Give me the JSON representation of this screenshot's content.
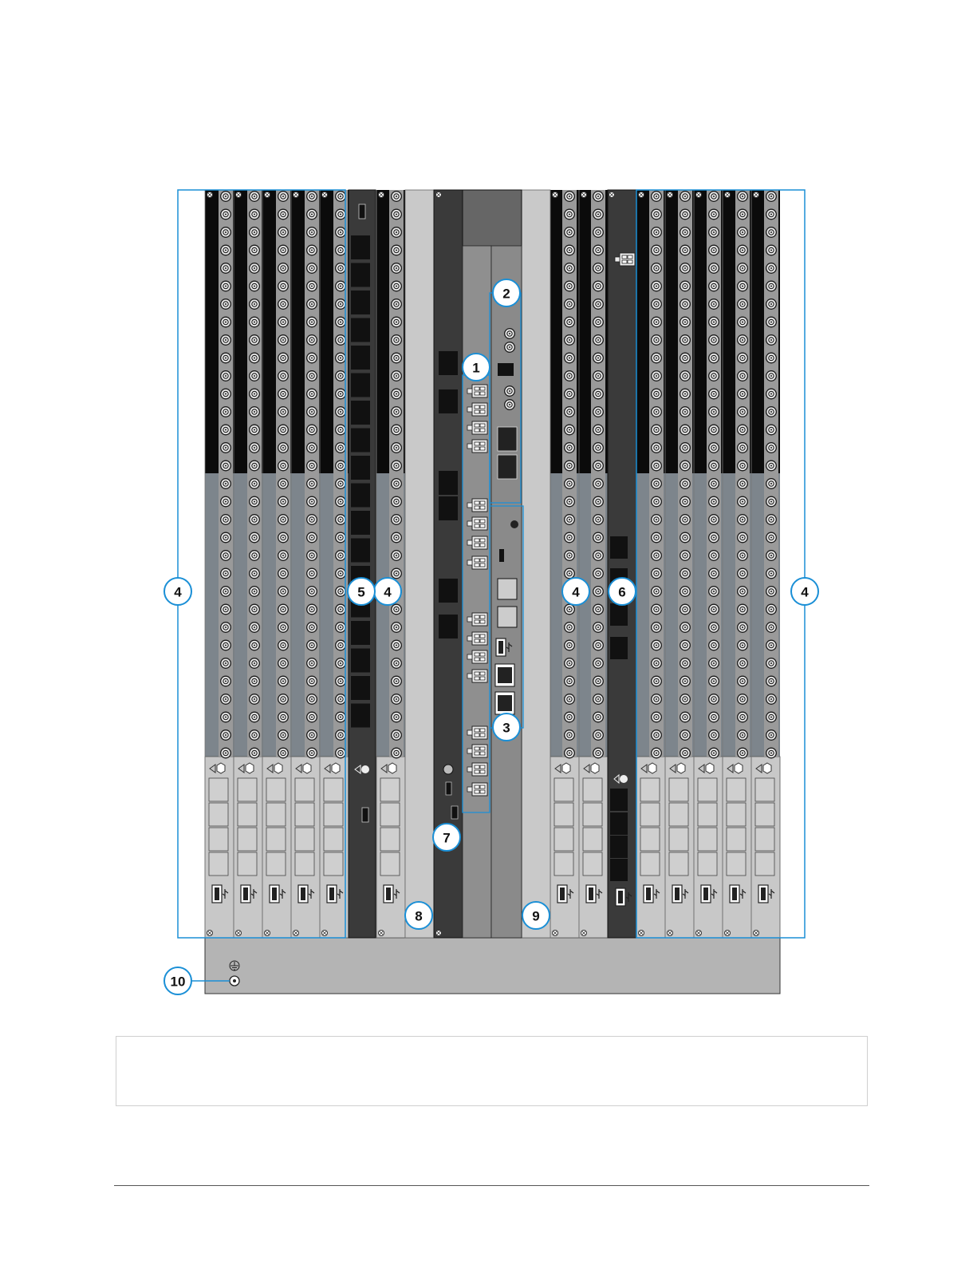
{
  "callouts": [
    {
      "id": "c1",
      "label": "1"
    },
    {
      "id": "c2",
      "label": "2"
    },
    {
      "id": "c3",
      "label": "3"
    },
    {
      "id": "c4a",
      "label": "4"
    },
    {
      "id": "c4b",
      "label": "4"
    },
    {
      "id": "c4c",
      "label": "4"
    },
    {
      "id": "c4d",
      "label": "4"
    },
    {
      "id": "c5",
      "label": "5"
    },
    {
      "id": "c6",
      "label": "6"
    },
    {
      "id": "c7",
      "label": "7"
    },
    {
      "id": "c8",
      "label": "8"
    },
    {
      "id": "c9",
      "label": "9"
    },
    {
      "id": "c10",
      "label": "10"
    }
  ],
  "colors": {
    "callout_stroke": "#1a8fd6",
    "bracket": "#1a8fd6",
    "card_top": "#0b0b0b",
    "card_bottom": "#7d858c",
    "card_footer": "#c8c8c8",
    "dark_card": "#3a3a3a",
    "blank_panel": "#c9c9c9",
    "chassis_base": "#b4b4b4"
  },
  "icons": [
    "bnc-connector-icon",
    "usb-icon",
    "rj45-port-icon",
    "sfp-port-icon",
    "ground-symbol-icon",
    "screw-icon"
  ]
}
